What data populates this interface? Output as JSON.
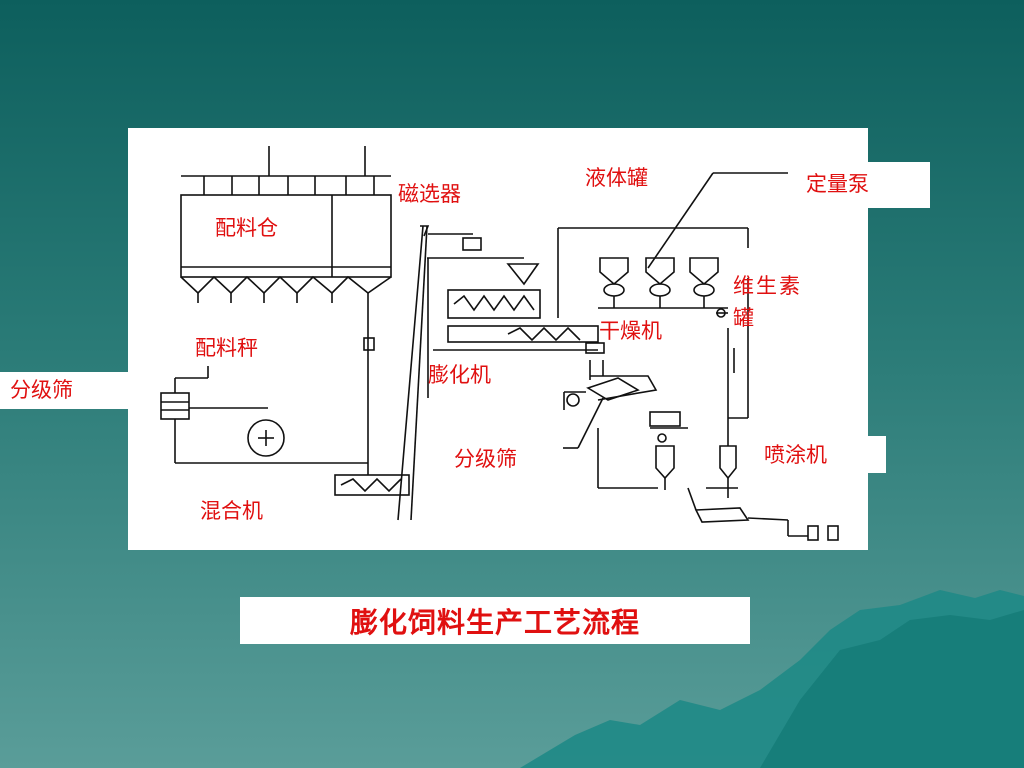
{
  "slide": {
    "caption": "膨化饲料生产工艺流程",
    "colors": {
      "background_top": "#0d5f5d",
      "background_bottom": "#5a9d99",
      "label_red": "#e01010",
      "mountain": "#1f8a86"
    }
  },
  "diagram": {
    "labels": {
      "batching_bin": "配料仓",
      "magnetic_separator": "磁选器",
      "liquid_tank": "液体罐",
      "metering_pump": "定量泵",
      "batching_scale": "配料秤",
      "vitamin_tank_line1": "维生素",
      "vitamin_tank_line2": "罐",
      "dryer": "干燥机",
      "extruder": "膨化机",
      "grading_sieve_left": "分级筛",
      "grading_sieve_center": "分级筛",
      "coater": "喷涂机",
      "mixer": "混合机"
    }
  }
}
